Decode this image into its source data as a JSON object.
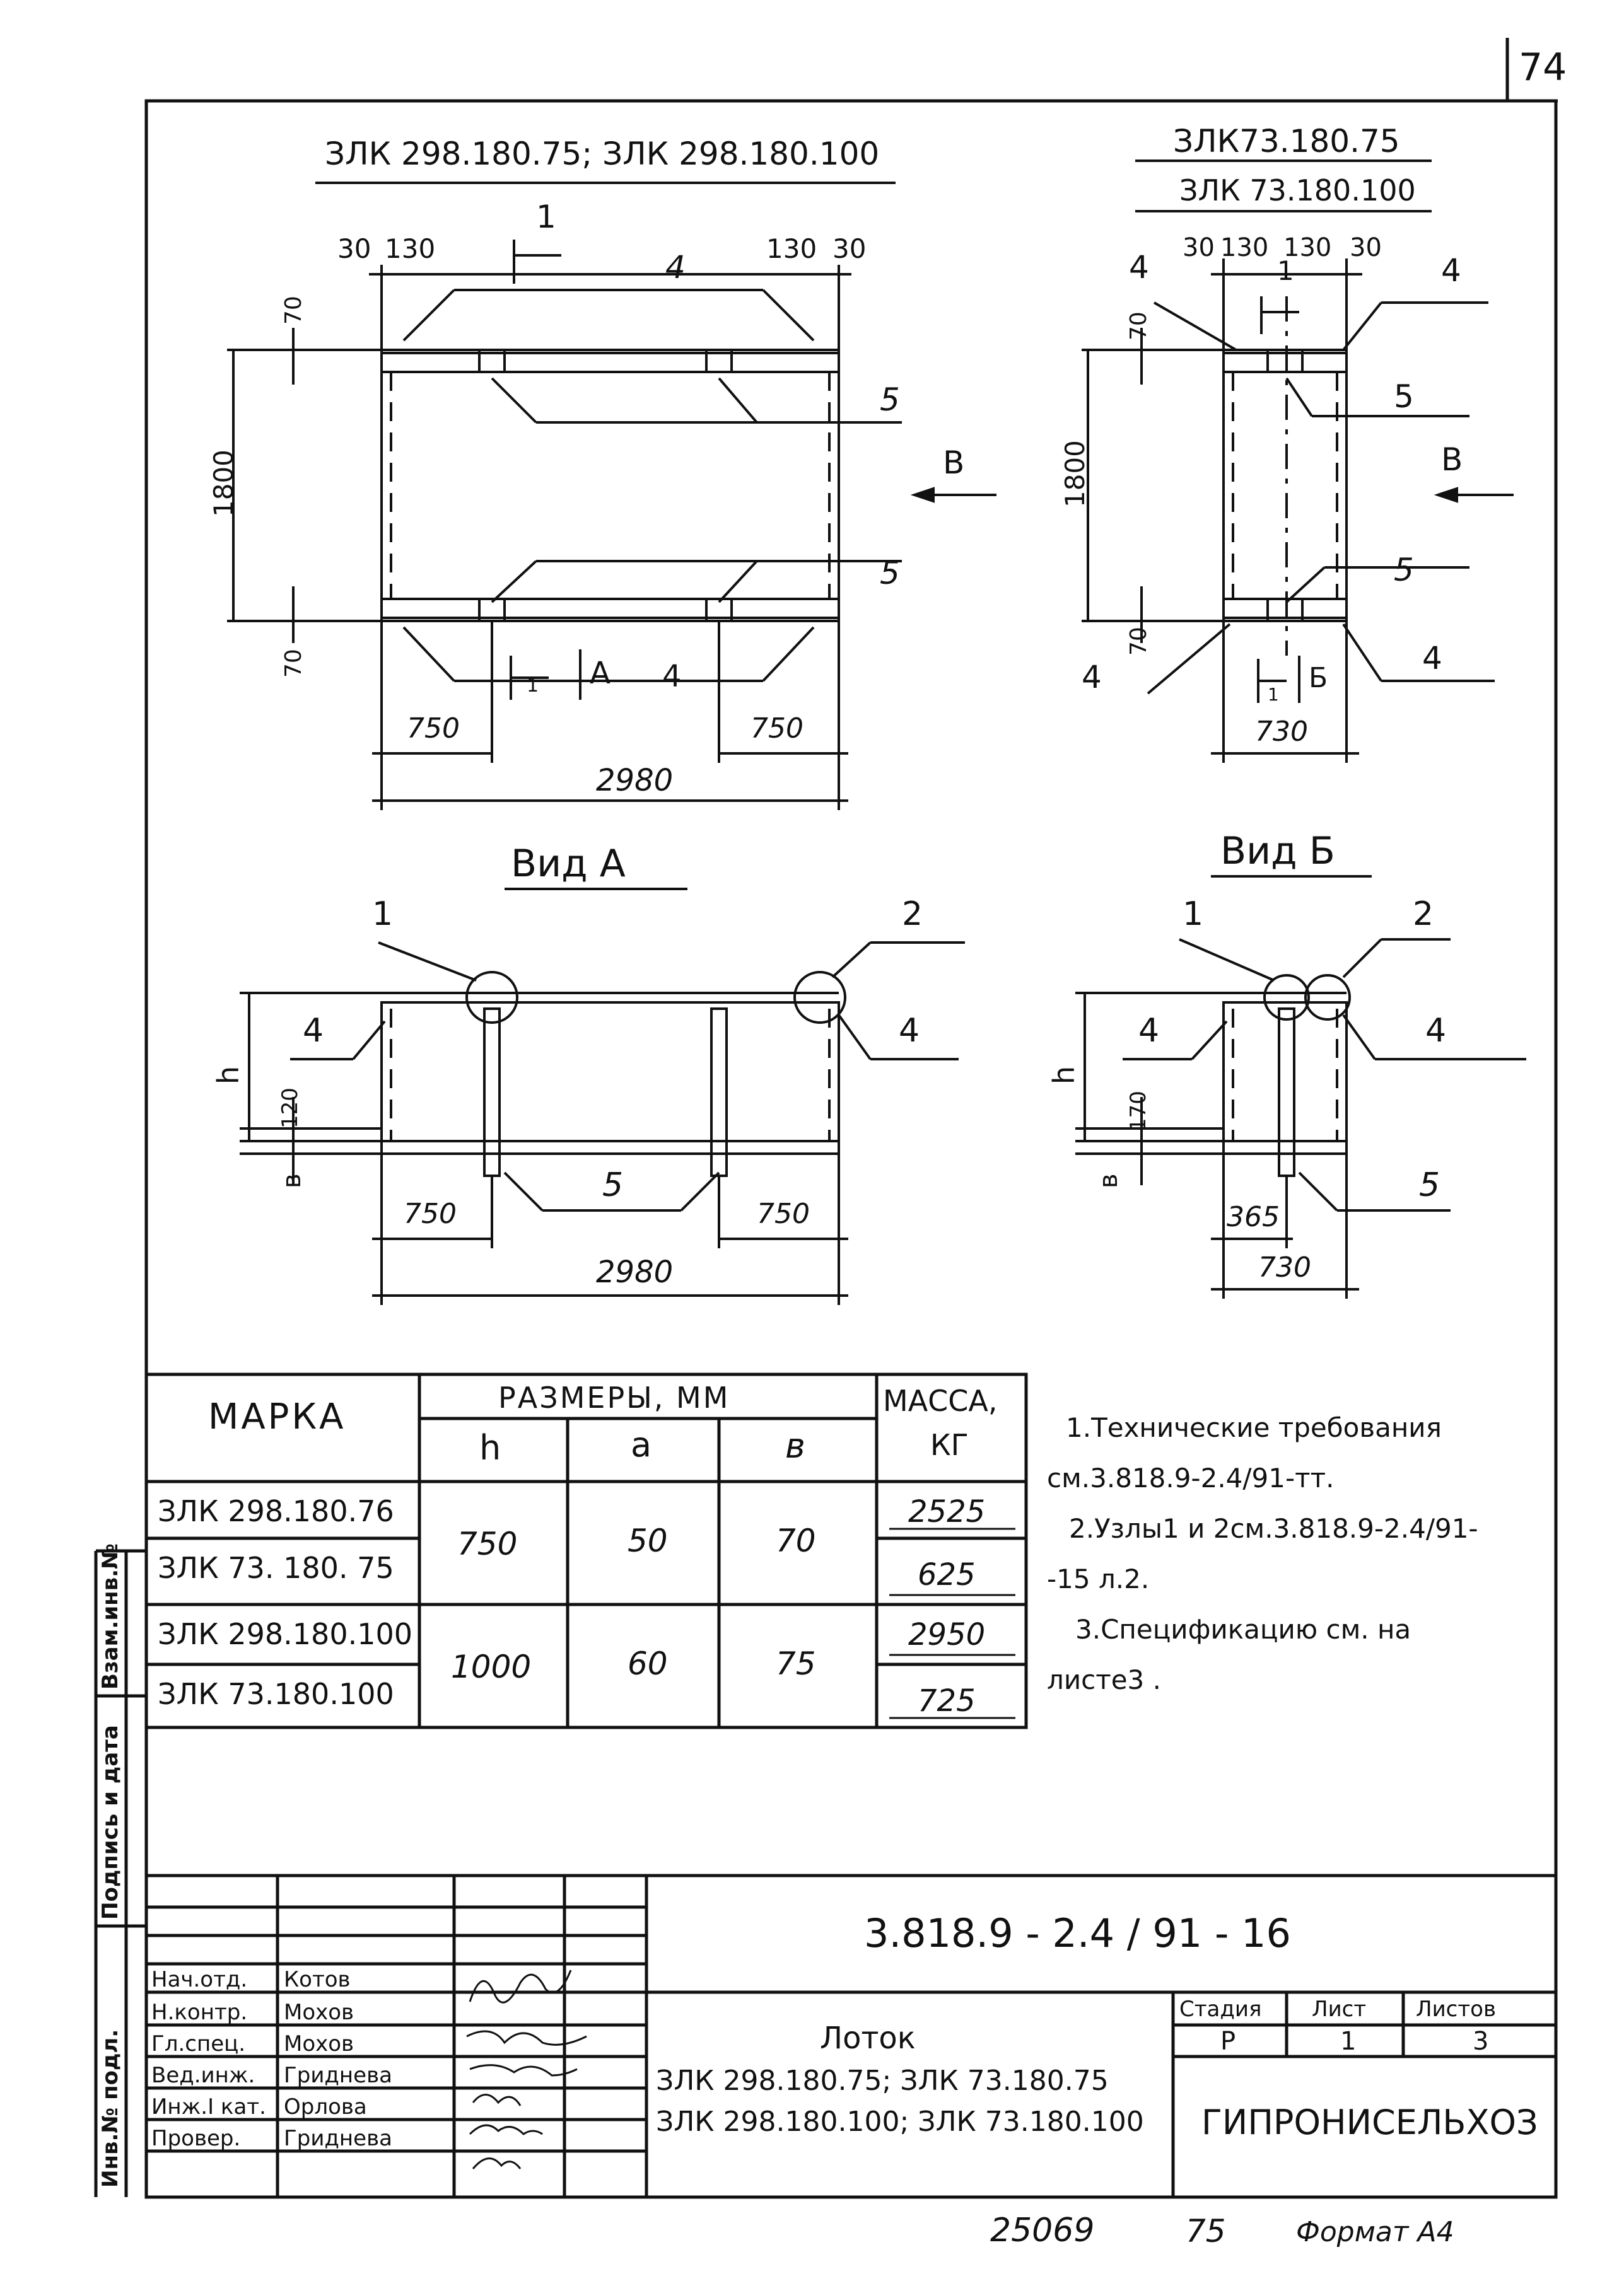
{
  "sheet_number": "74",
  "plan_left": {
    "title": "ЗЛК 298.180.75; ЗЛК 298.180.100",
    "dims": {
      "top_30": "30",
      "top_130": "130",
      "h70": "70",
      "length": "1800",
      "bottom_750": "750",
      "total": "2980"
    },
    "section_mark": "1",
    "view_arrow_a": "А",
    "view_arrow_b": "В",
    "callout_4": "4",
    "callout_5": "5"
  },
  "plan_right": {
    "title_1": "ЗЛК73.180.75",
    "title_2": "ЗЛК 73.180.100",
    "dims": {
      "d30": "30",
      "d130": "130",
      "h70": "70",
      "length": "1800",
      "width": "730"
    },
    "section_mark": "1",
    "view_arrow_b": "Б",
    "view_arrow_v": "В",
    "callout_4": "4",
    "callout_5": "5"
  },
  "view_a": {
    "title": "Вид А",
    "callout_1": "1",
    "callout_2": "2",
    "callout_4": "4",
    "callout_5": "5",
    "dim_h": "h",
    "dim_120": "120",
    "dim_b": "в",
    "dim_750": "750",
    "dim_total": "2980"
  },
  "view_b": {
    "title": "Вид Б",
    "callout_1": "1",
    "callout_2": "2",
    "callout_4": "4",
    "callout_5": "5",
    "dim_h": "h",
    "dim_170": "170",
    "dim_b": "в",
    "dim_365": "365",
    "dim_total": "730"
  },
  "table": {
    "header_mark": "МАРКА",
    "header_sizes": "РАЗМЕРЫ, ММ",
    "header_mass": "МАССА,",
    "header_mass_unit": "КГ",
    "col_h": "h",
    "col_a": "a",
    "col_b": "в",
    "rows": [
      {
        "mark": "ЗЛК 298.180.76",
        "mass": "2525"
      },
      {
        "mark": "ЗЛК 73. 180. 75",
        "mass": "625"
      },
      {
        "mark": "ЗЛК 298.180.100",
        "mass": "2950"
      },
      {
        "mark": "ЗЛК 73.180.100",
        "mass": "725"
      }
    ],
    "groups": [
      {
        "h": "750",
        "a": "50",
        "b": "70"
      },
      {
        "h": "1000",
        "a": "60",
        "b": "75"
      }
    ]
  },
  "notes": [
    "1.Технические требования",
    "см.3.818.9-2.4/91-тт.",
    "2.Узлы1 и 2см.3.818.9-2.4/91-",
    "-15 л.2.",
    "3.Спецификацию см. на",
    "листе3 ."
  ],
  "side_labels": {
    "inv_podl": "Инв.№ подл.",
    "podpis_data": "Подпись и дата",
    "vzam_inv": "Взам.инв.№"
  },
  "title_block": {
    "doc_code": "3.818.9 - 2.4 / 91 - 16",
    "roles": [
      "Нач.отд.",
      "Н.контр.",
      "Гл.спец.",
      "Вед.инж.",
      "Инж.I кат.",
      "Провер."
    ],
    "names": [
      "Котов",
      "Мохов",
      "Мохов",
      "Гриднева",
      "Орлова",
      "Гриднева"
    ],
    "item_name": "Лоток",
    "item_line_1": "ЗЛК 298.180.75; ЗЛК 73.180.75",
    "item_line_2": "ЗЛК 298.180.100; ЗЛК 73.180.100",
    "stage_label": "Стадия",
    "sheet_label": "Лист",
    "sheets_label": "Листов",
    "stage_value": "Р",
    "sheet_value": "1",
    "sheets_value": "3",
    "organization": "ГИПРОНИСЕЛЬХОЗ"
  },
  "footer": {
    "inv_number": "25069",
    "number_2": "75",
    "format": "Формат А4"
  }
}
